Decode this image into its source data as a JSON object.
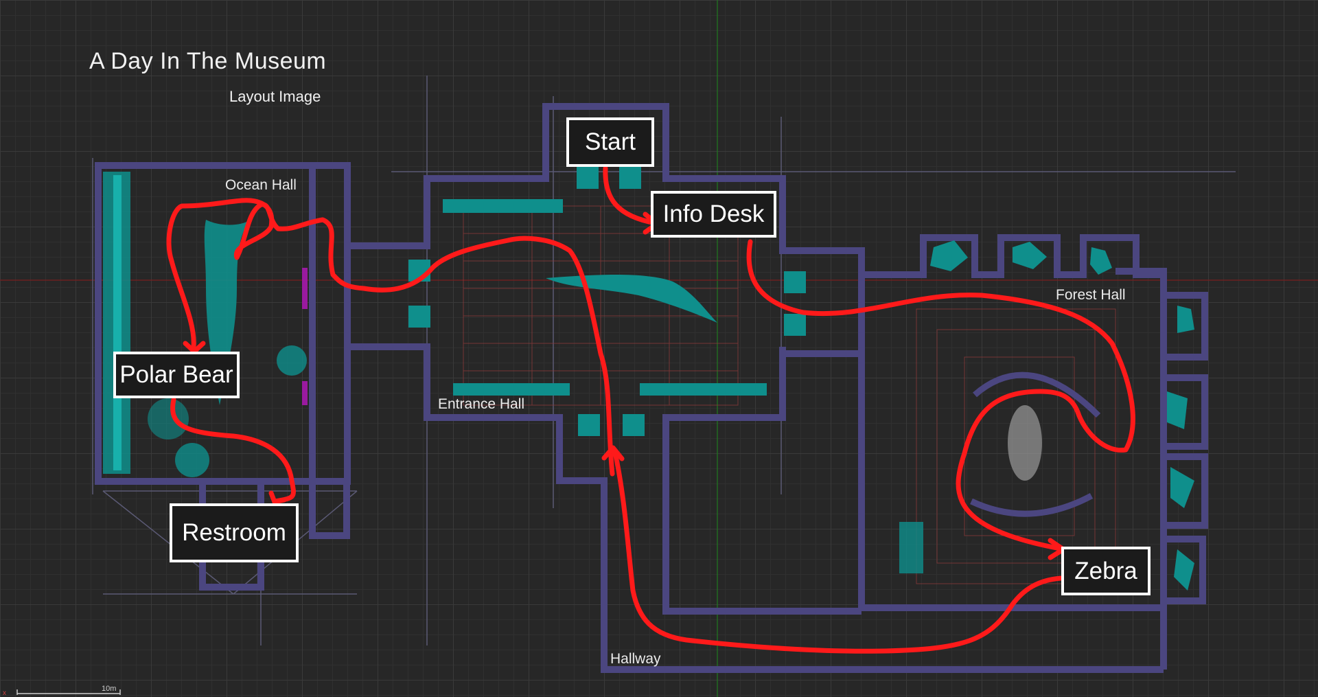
{
  "title": "A Day In The Museum",
  "subtitle": "Layout Image",
  "halls": {
    "ocean": "Ocean Hall",
    "entrance": "Entrance Hall",
    "forest": "Forest Hall",
    "hallway": "Hallway"
  },
  "stops": {
    "start": "Start",
    "info_desk": "Info Desk",
    "polar_bear": "Polar Bear",
    "restroom": "Restroom",
    "zebra": "Zebra"
  },
  "scale_bar": "10m",
  "colors": {
    "walls": "#4b4680",
    "exhibits": "#0f8f8c",
    "route": "#ff1a1a",
    "accent": "#9a1aa0"
  }
}
